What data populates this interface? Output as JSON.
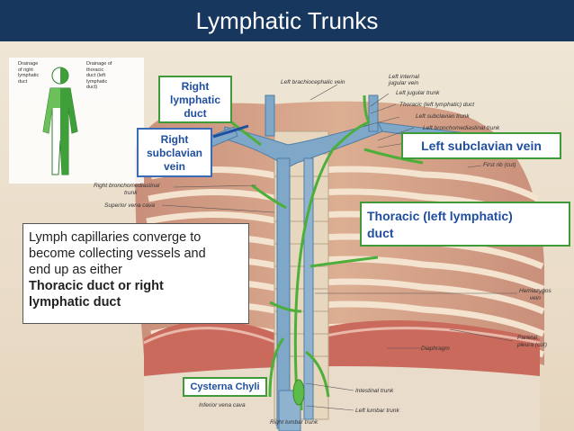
{
  "title": "Lymphatic Trunks",
  "callouts": {
    "right_lymphatic_duct": [
      "Right",
      "lymphatic",
      "duct"
    ],
    "right_subclavian_vein": [
      "Right",
      "subclavian",
      "vein"
    ],
    "left_subclavian_vein": "Left subclavian vein",
    "thoracic_duct": [
      "Thoracic (left lymphatic)",
      "duct"
    ],
    "cisterna_chyli": "Cysterna Chyli"
  },
  "info_box": {
    "line1": "Lymph capillaries converge to",
    "line2": "become collecting vessels and",
    "line3": "end up as either",
    "line4": "Thoracic duct or right",
    "line5": "lymphatic duct"
  },
  "legend": {
    "right_drainage": [
      "Drainage",
      "of right",
      "lymphatic",
      "duct"
    ],
    "left_drainage": [
      "Drainage of",
      "thoracic",
      "duct (left",
      "lymphatic",
      "duct)"
    ]
  },
  "anatomy_labels": {
    "left_brachiocephalic_vein": "Left brachiocephalic vein",
    "left_internal_jugular_vein": [
      "Left internal",
      "jugular vein"
    ],
    "left_jugular_trunk": "Left jugular trunk",
    "thoracic_duct_small": "Thoracic (left lymphatic) duct",
    "left_subclavian_trunk": "Left subclavian trunk",
    "left_bronchomediastinal_trunk": "Left bronchomediastinal trunk",
    "first_rib": "First rib (cut)",
    "right_bronchomediastinal_trunk": [
      "Right bronchomediastinal",
      "trunk"
    ],
    "superior_vena_cava": "Superior vena cava",
    "hemiazygos_vein": [
      "Hemiazygos",
      "vein"
    ],
    "parietal_pleura": [
      "Parietal",
      "pleura (cut)"
    ],
    "diaphragm": "Diaphragm",
    "intestinal_trunk": "Intestinal trunk",
    "left_lumbar_trunk": "Left lumbar trunk",
    "right_lumbar_trunk": "Right lumbar trunk",
    "inferior_vena_cava": "Inferior vena cava"
  },
  "colors": {
    "title_bar": "#17375e",
    "callout_green": "#3f9a38",
    "callout_blue": "#3b6bb5",
    "callout_text": "#1f4e9e",
    "lymph_green": "#4caf3a",
    "vein_blue": "#7fa7c8"
  }
}
